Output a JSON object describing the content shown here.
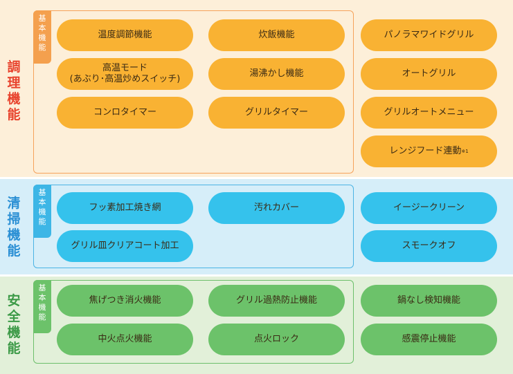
{
  "colors": {
    "cooking_title": "#e8442e",
    "cleaning_title": "#2a8fd4",
    "safety_title": "#3c9a47",
    "cooking_pill": "#f9b233",
    "cleaning_pill": "#35c2ec",
    "safety_pill": "#6cc26a"
  },
  "cooking": {
    "title": [
      "調",
      "理",
      "機",
      "能"
    ],
    "basic_label": [
      "基",
      "本",
      "機",
      "能"
    ],
    "basic_items": [
      "温度調節機能",
      "炊飯機能",
      "高温モード\n(あぶり･高温炒めスイッチ)",
      "湯沸かし機能",
      "コンロタイマー",
      "グリルタイマー"
    ],
    "extra_items": [
      "パノラマワイドグリル",
      "オートグリル",
      "グリルオートメニュー",
      "レンジフード連動"
    ],
    "extra_note": "※1"
  },
  "cleaning": {
    "title": [
      "清",
      "掃",
      "機",
      "能"
    ],
    "basic_label": [
      "基",
      "本",
      "機",
      "能"
    ],
    "basic_items": [
      "フッ素加工焼き網",
      "汚れカバー",
      "グリル皿クリアコート加工"
    ],
    "extra_items": [
      "イージークリーン",
      "スモークオフ"
    ]
  },
  "safety": {
    "title": [
      "安",
      "全",
      "機",
      "能"
    ],
    "basic_label": [
      "基",
      "本",
      "機",
      "能"
    ],
    "basic_items": [
      "焦げつき消火機能",
      "グリル過熱防止機能",
      "中火点火機能",
      "点火ロック"
    ],
    "extra_items": [
      "鍋なし検知機能",
      "感震停止機能"
    ]
  }
}
